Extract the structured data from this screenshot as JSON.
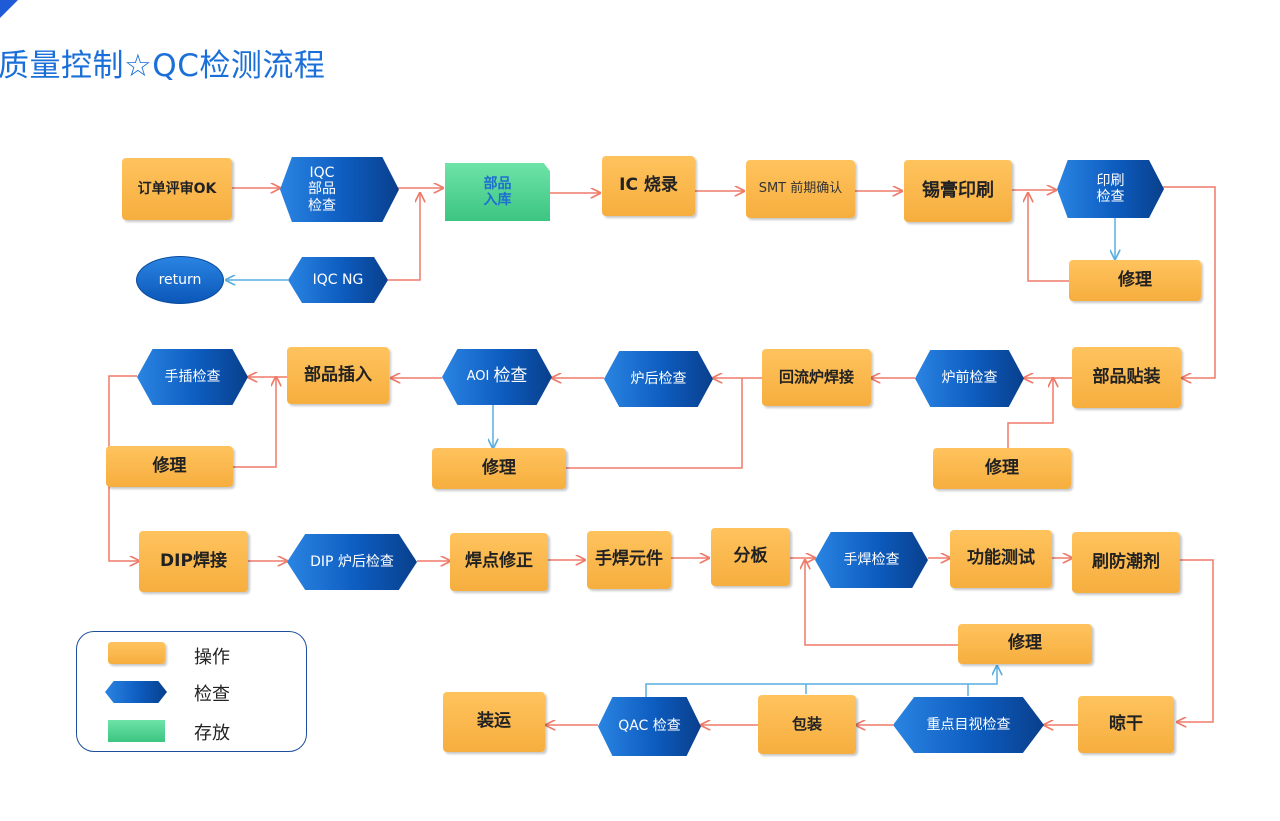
{
  "title": {
    "prefix": "质量控制",
    "star": "☆",
    "main": "QC检测流程"
  },
  "nodes": {
    "order_review": "订单评审OK",
    "iqc_check": "IQC\n部品\n检查",
    "parts_storage": "部品\n入库",
    "ic_burn": "IC 烧录",
    "smt_pre_confirm": "SMT 前期确认",
    "solder_print": "锡膏印刷",
    "print_check": "印刷\n检查",
    "print_repair": "修理",
    "return": "return",
    "iqc_ng": "IQC NG",
    "parts_mount": "部品贴装",
    "pre_oven_check": "炉前检查",
    "reflow": "回流炉焊接",
    "post_oven_check": "炉后检查",
    "aoi_prefix": "AOI ",
    "aoi_suffix": "检查",
    "parts_insert": "部品插入",
    "manual_insert_check": "手插检查",
    "insert_repair": "修理",
    "aoi_repair": "修理",
    "pre_oven_repair": "修理",
    "dip_solder": "DIP焊接",
    "dip_post_check": "DIP 炉后检查",
    "joint_fix": "焊点修正",
    "hand_solder": "手焊元件",
    "board_split": "分板",
    "hand_solder_check": "手焊检查",
    "function_test": "功能测试",
    "moisture_coat": "刷防潮剂",
    "final_repair": "修理",
    "dry": "晾干",
    "visual_check": "重点目视检查",
    "packing": "包装",
    "qac_check": "QAC 检查",
    "ship": "装运"
  },
  "legend": {
    "operation": "操作",
    "inspection": "检查",
    "storage": "存放"
  },
  "colors": {
    "flow_arrow": "#ee7a68",
    "return_arrow": "#5aaee0",
    "title": "#1a6fd8",
    "operation": "#f8b548",
    "inspection": "#0d5cbf",
    "storage": "#4cd392"
  }
}
